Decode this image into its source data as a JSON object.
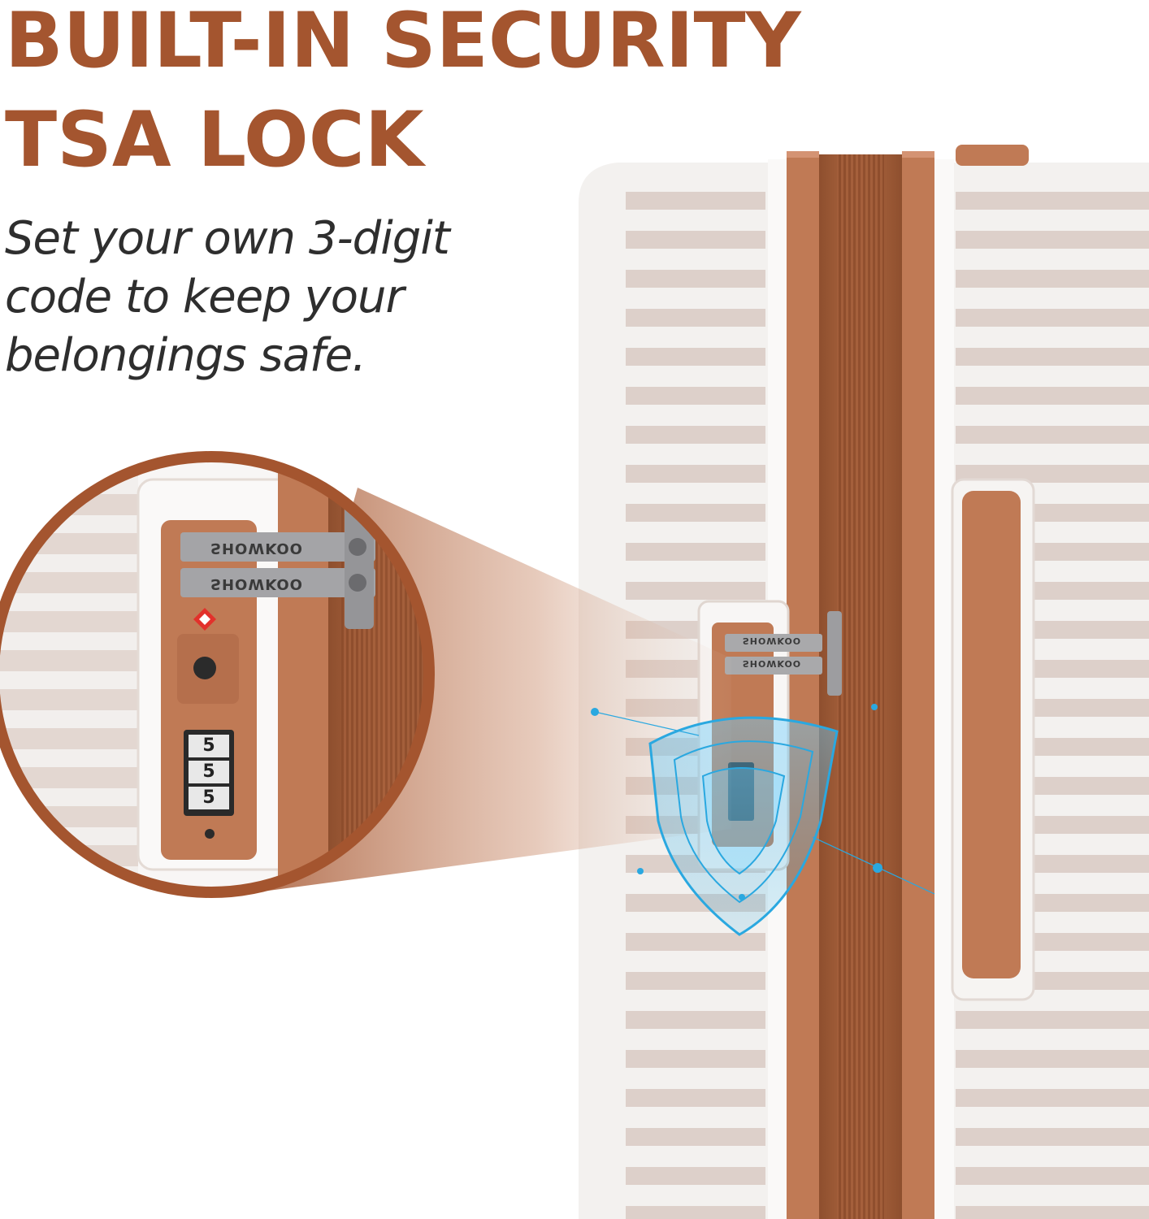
{
  "headline": {
    "line1": "BUILT-IN SECURITY",
    "line2": "TSA LOCK"
  },
  "subtext": {
    "line1": "Set your own 3-digit",
    "line2": "code to keep your",
    "line3": "belongings safe."
  },
  "zipper_brand": "SHOWKOO",
  "lock_digits": [
    "5",
    "5",
    "5"
  ],
  "colors": {
    "accent": "#a4552f",
    "copper": "#c07a55",
    "shell": "#f1eeec",
    "groove": "#ddd0ca",
    "shield": "#2aa8e0"
  }
}
